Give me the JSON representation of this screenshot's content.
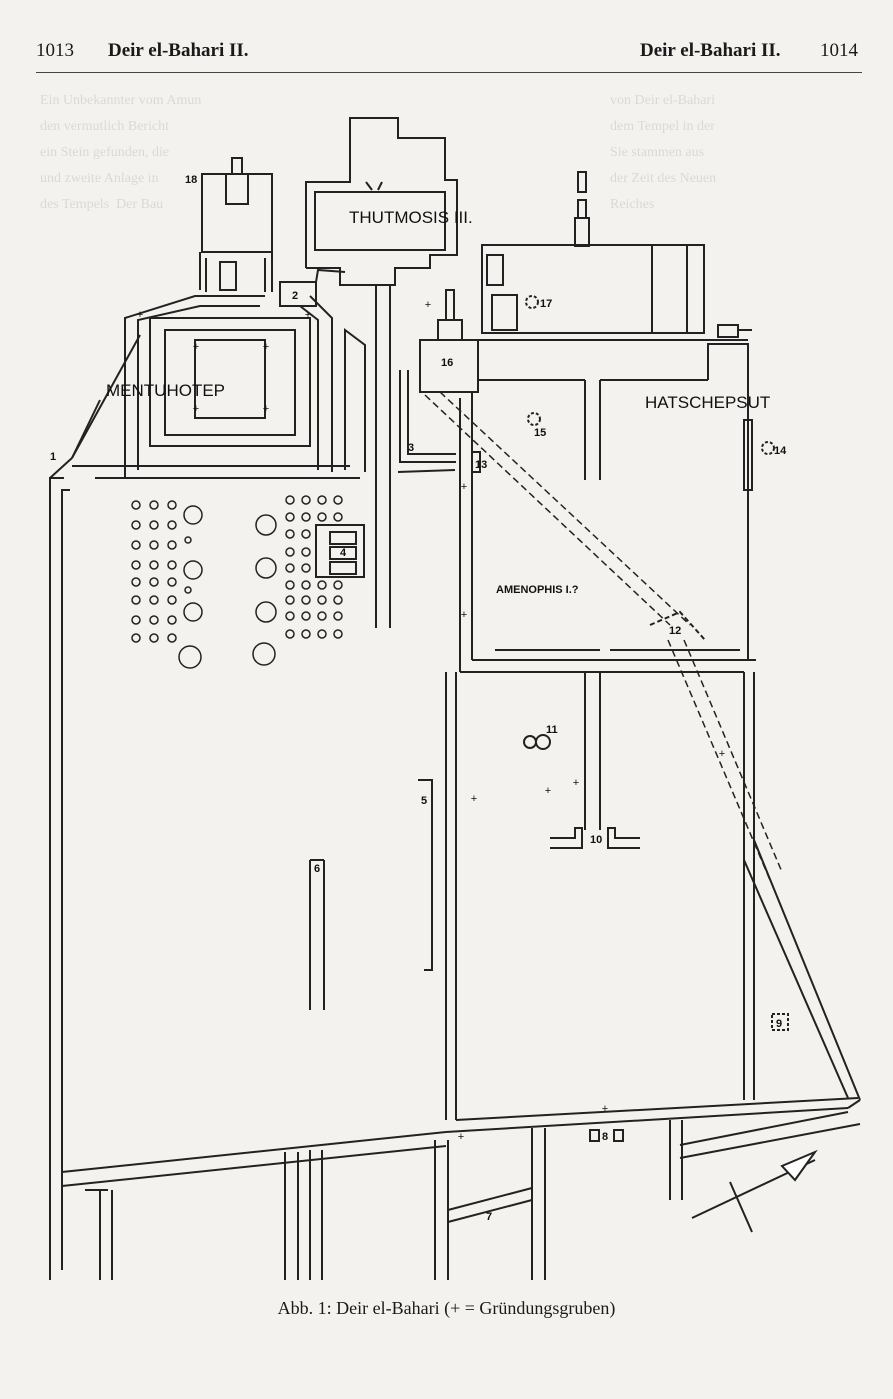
{
  "header": {
    "left_page_number": "1013",
    "left_running_title": "Deir el-Bahari II.",
    "right_running_title": "Deir el-Bahari II.",
    "right_page_number": "1014"
  },
  "plan": {
    "temple_labels": {
      "thutmosis": "THUTMOSIS III.",
      "mentuhotep": "MENTUHOTEP",
      "hatschepsut": "HATSCHEPSUT",
      "amenophis": "AMENOPHIS I.?"
    },
    "numbers": [
      "1",
      "2",
      "3",
      "4",
      "5",
      "6",
      "7",
      "8",
      "9",
      "10",
      "11",
      "12",
      "13",
      "14",
      "15",
      "16",
      "17",
      "18"
    ],
    "foundation_marker": "+",
    "north_arrow": "north-arrow"
  },
  "caption": "Abb. 1: Deir el-Bahari (+ = Gründungsgruben)"
}
